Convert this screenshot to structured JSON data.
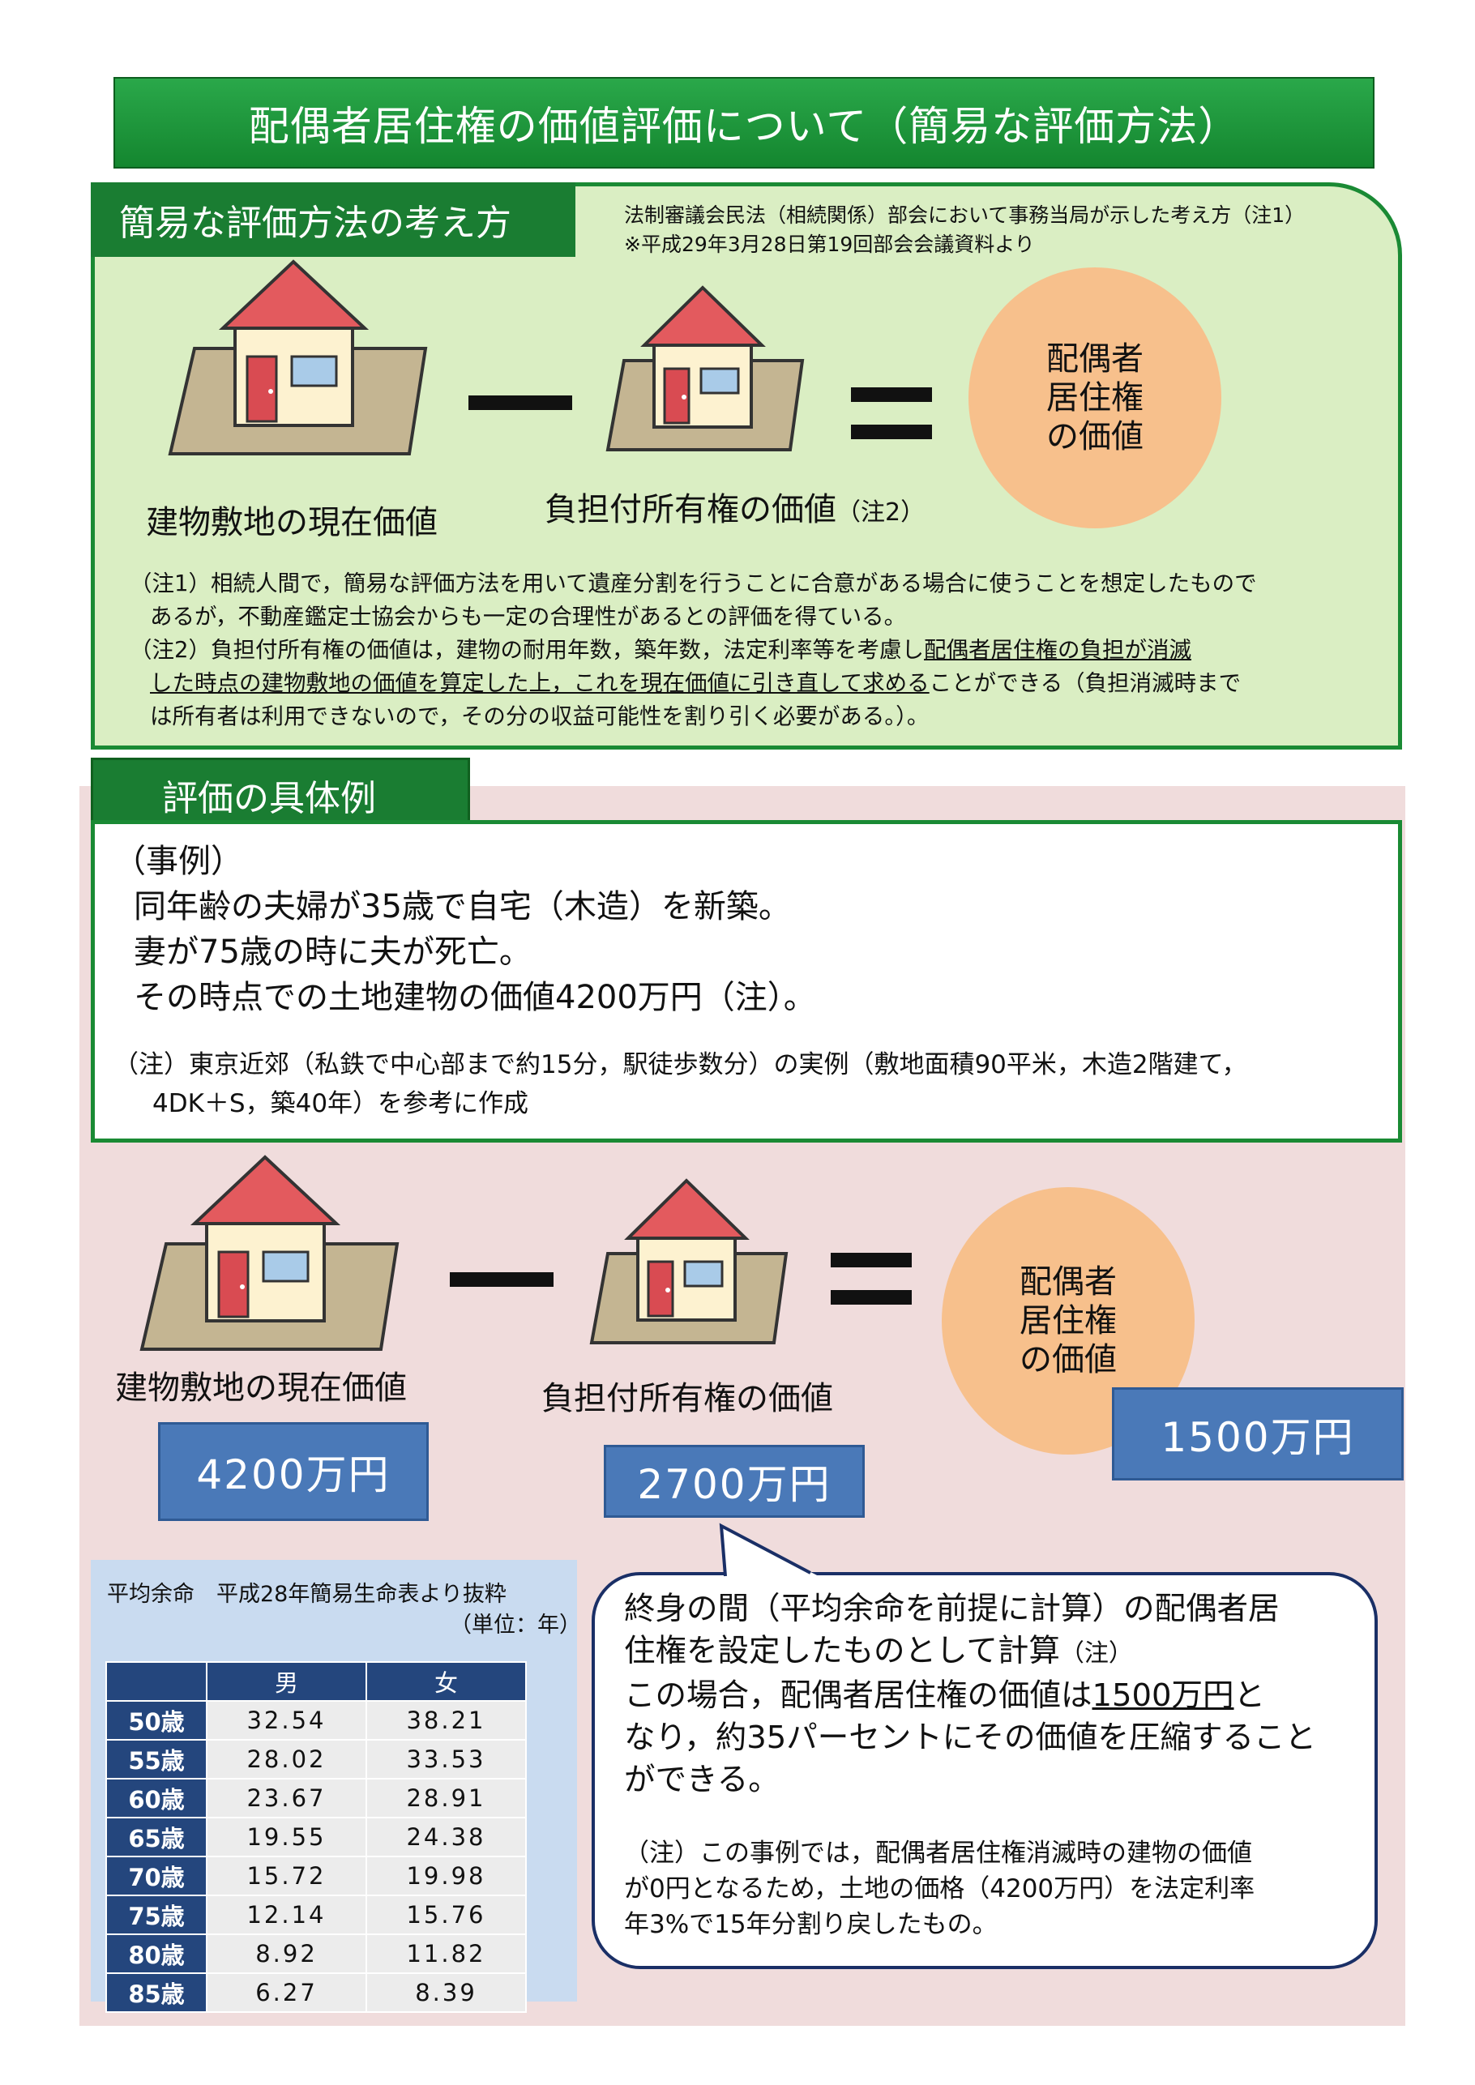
{
  "title": "配偶者居住権の価値評価について（簡易な評価方法）",
  "section1": {
    "tab": "簡易な評価方法の考え方",
    "source_line1": "法制審議会民法（相続関係）部会において事務当局が示した考え方（注1）",
    "source_line2": "※平成29年3月28日第19回部会会議資料より",
    "label_left": "建物敷地の現在価値",
    "label_middle": "負担付所有権の価値",
    "label_middle_note": "（注2）",
    "oval_line1": "配偶者",
    "oval_line2": "居住権",
    "oval_line3": "の価値",
    "note1_line1": "（注1）相続人間で，簡易な評価方法を用いて遺産分割を行うことに合意がある場合に使うことを想定したもので",
    "note1_line2": "あるが，不動産鑑定士協会からも一定の合理性があるとの評価を得ている。",
    "note2_pre": "（注2）負担付所有権の価値は，建物の耐用年数，築年数，法定利率等を考慮し",
    "note2_ul1": "配偶者居住権の負担が消滅",
    "note2_ul2": "した時点の建物敷地の価値を算定した上，これを現在価値に引き直して求める",
    "note2_post": "ことができる（負担消滅時まで",
    "note2_line3": "は所有者は利用できないので，その分の収益可能性を割り引く必要がある。）。"
  },
  "section2": {
    "tab": "評価の具体例",
    "case_heading": "（事例）",
    "case_line1": "同年齢の夫婦が35歳で自宅（木造）を新築。",
    "case_line2": "妻が75歳の時に夫が死亡。",
    "case_line3": "その時点での土地建物の価値4200万円（注）。",
    "case_note_line1": "（注）東京近郊（私鉄で中心部まで約15分，駅徒歩数分）の実例（敷地面積90平米，木造2階建て，",
    "case_note_line2": "4DK＋S，築40年）を参考に作成",
    "label_left": "建物敷地の現在価値",
    "label_middle": "負担付所有権の価値",
    "oval_line1": "配偶者",
    "oval_line2": "居住権",
    "oval_line3": "の価値",
    "value_left": "4200万円",
    "value_middle": "2700万円",
    "value_right": "1500万円"
  },
  "life_table": {
    "caption": "平均余命　平成28年簡易生命表より抜粋",
    "unit": "（単位：年）",
    "headers": [
      "",
      "男",
      "女"
    ],
    "rows": [
      {
        "age": "50歳",
        "male": "32.54",
        "female": "38.21"
      },
      {
        "age": "55歳",
        "male": "28.02",
        "female": "33.53"
      },
      {
        "age": "60歳",
        "male": "23.67",
        "female": "28.91"
      },
      {
        "age": "65歳",
        "male": "19.55",
        "female": "24.38"
      },
      {
        "age": "70歳",
        "male": "15.72",
        "female": "19.98"
      },
      {
        "age": "75歳",
        "male": "12.14",
        "female": "15.76"
      },
      {
        "age": "80歳",
        "male": "8.92",
        "female": "11.82"
      },
      {
        "age": "85歳",
        "male": "6.27",
        "female": "8.39"
      }
    ]
  },
  "callout": {
    "line1": "終身の間（平均余命を前提に計算）の配偶者居",
    "line2": "住権を設定したものとして計算",
    "line2_note": "（注）",
    "line3": "この場合，配偶者居住権の価値は",
    "line3_ul": "1500万円",
    "line3_post": "と",
    "line4": "なり，約35パーセントにその価値を圧縮すること",
    "line5": "ができる。",
    "note_line1": "（注）この事例では，配偶者居住権消滅時の建物の価値",
    "note_line2": "が0円となるため，土地の価格（4200万円）を法定利率",
    "note_line3": "年3%で15年分割り戻したもの。"
  },
  "colors": {
    "green_dark": "#1a7d32",
    "green_light": "#daeec3",
    "pink_bg": "#f0dcdc",
    "blue_box": "#4a79b8",
    "oval": "#f7c08c",
    "table_header": "#24467d",
    "roof": "#e35a5e"
  }
}
